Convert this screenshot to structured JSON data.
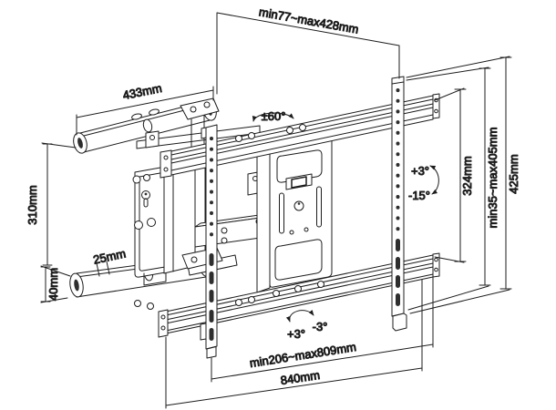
{
  "colors": {
    "background": "#ffffff",
    "line": "#1c1c1c",
    "text": "#1a1a1a",
    "hole_fill": "#2e2e2e"
  },
  "dimensions": {
    "extension_range": "min77~max428mm",
    "wall_bracket_width": "433mm",
    "swivel_range": "±60°",
    "wall_bracket_height": "310mm",
    "tube_offset": "25mm",
    "tube_height": "40mm",
    "tilt_up": "+3°",
    "tilt_down": "-15°",
    "vesa_vertical": "324mm",
    "mount_height_range": "min35~max405mm",
    "bracket_total_height": "425mm",
    "level_adjust_left": "+3°",
    "level_adjust_right": "-3°",
    "rail_width_range": "min206~max809mm",
    "rail_total_width": "840mm"
  }
}
